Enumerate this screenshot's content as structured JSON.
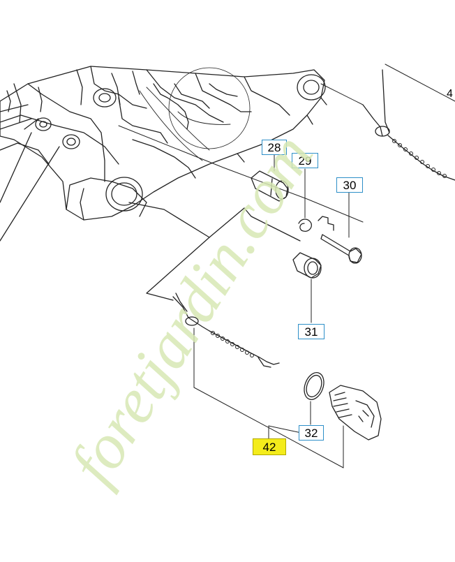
{
  "diagram": {
    "callouts": {
      "c28": "28",
      "c29": "29",
      "c30": "30",
      "c31": "31",
      "c32": "32",
      "c42": "42"
    },
    "partial_label_right": "4"
  },
  "watermark": {
    "text": "foretjardin.com",
    "color": "#d7e8b4"
  },
  "colors": {
    "line": "#222222",
    "callout_border": "#2d8fc8",
    "highlight": "#f4ec1b"
  }
}
